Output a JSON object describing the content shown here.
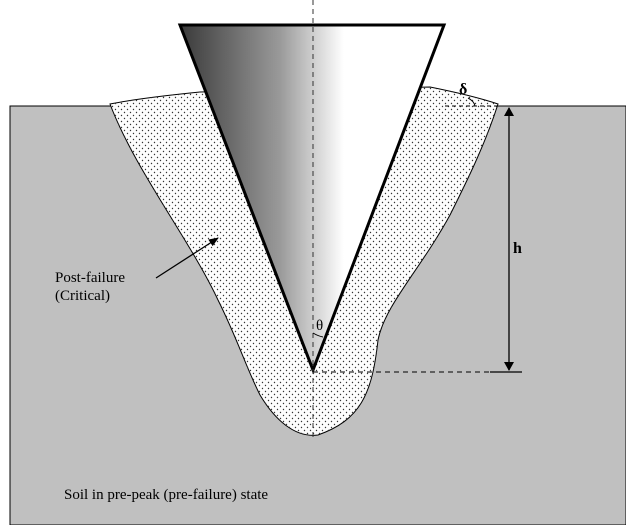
{
  "labels": {
    "post_failure_line1": "Post-failure",
    "post_failure_line2": "(Critical)",
    "soil_state": "Soil in pre-peak (pre-failure) state",
    "delta": "δ",
    "h": "h",
    "theta": "θ"
  },
  "colors": {
    "soil": "#c0c0c0",
    "failure_zone": "#fdfdfd",
    "cone_dark": "#3a3a3a",
    "cone_light": "#ffffff",
    "stroke": "#000000"
  }
}
